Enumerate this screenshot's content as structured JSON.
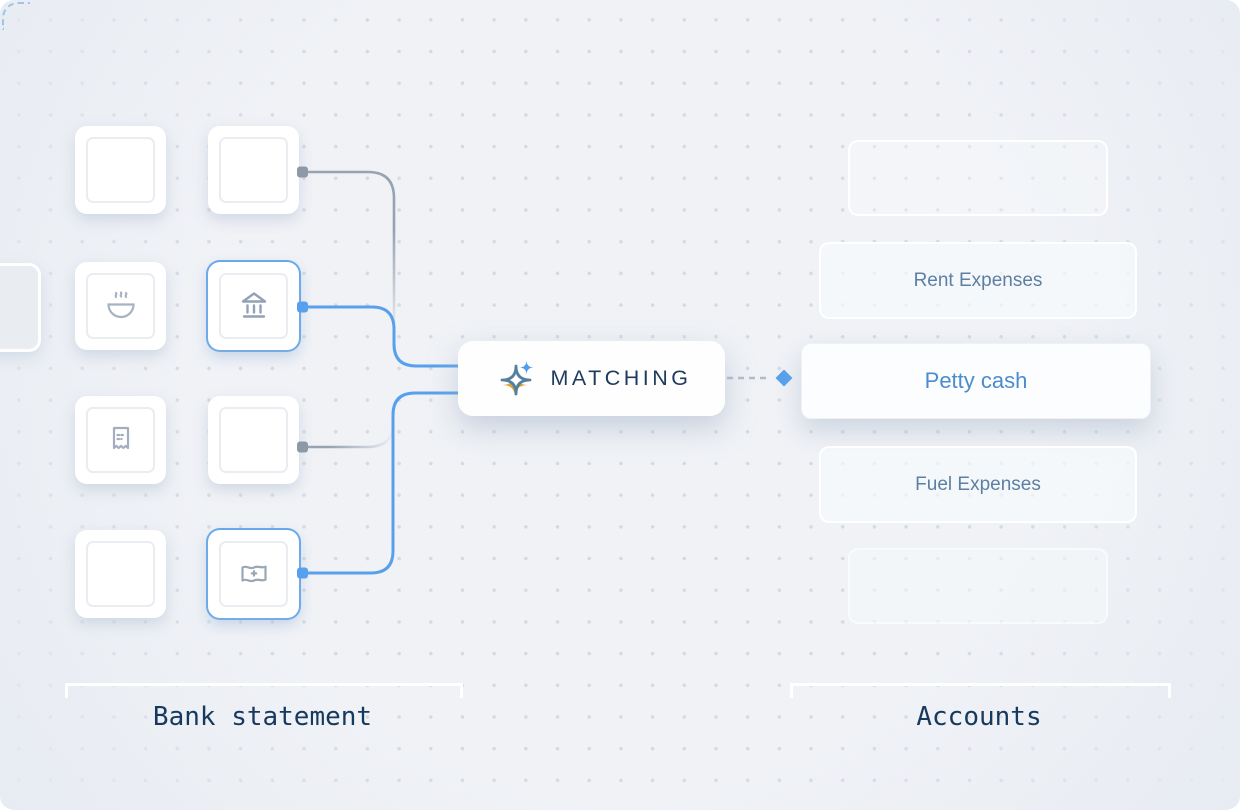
{
  "matching_node": {
    "label": "MATCHING",
    "icon": "sparkle-icon"
  },
  "bank_statement": {
    "section_label": "Bank statement",
    "tiles": [
      {
        "id": "tile-1",
        "icon": "none",
        "highlighted": false,
        "connector": "none"
      },
      {
        "id": "tile-2",
        "icon": "none",
        "highlighted": false,
        "connector": "gray"
      },
      {
        "id": "tile-3",
        "icon": "coffee-icon",
        "highlighted": false,
        "connector": "none"
      },
      {
        "id": "tile-4",
        "icon": "bank-icon",
        "highlighted": true,
        "connector": "blue"
      },
      {
        "id": "tile-5",
        "icon": "receipt-icon",
        "highlighted": false,
        "connector": "none"
      },
      {
        "id": "tile-6",
        "icon": "none",
        "highlighted": false,
        "connector": "gray"
      },
      {
        "id": "tile-7",
        "icon": "none",
        "highlighted": false,
        "connector": "none"
      },
      {
        "id": "tile-8",
        "icon": "flag-icon",
        "highlighted": true,
        "connector": "blue"
      }
    ]
  },
  "accounts": {
    "section_label": "Accounts",
    "items": [
      {
        "label": "",
        "state": "empty"
      },
      {
        "label": "Rent Expenses",
        "state": "normal"
      },
      {
        "label": "Petty cash",
        "state": "selected"
      },
      {
        "label": "Fuel Expenses",
        "state": "normal"
      },
      {
        "label": "",
        "state": "empty"
      }
    ]
  },
  "colors": {
    "background": "#f0f2f6",
    "dot": "#d5dae2",
    "accent_blue": "#57a1ec",
    "connector_gray": "#98a3b2",
    "navy_text": "#1e3b5e",
    "account_text": "#5d7fa3",
    "selected_account_text": "#4b8cd0",
    "sparkle_gold": "#d9a53c",
    "sparkle_steel": "#54809f"
  }
}
